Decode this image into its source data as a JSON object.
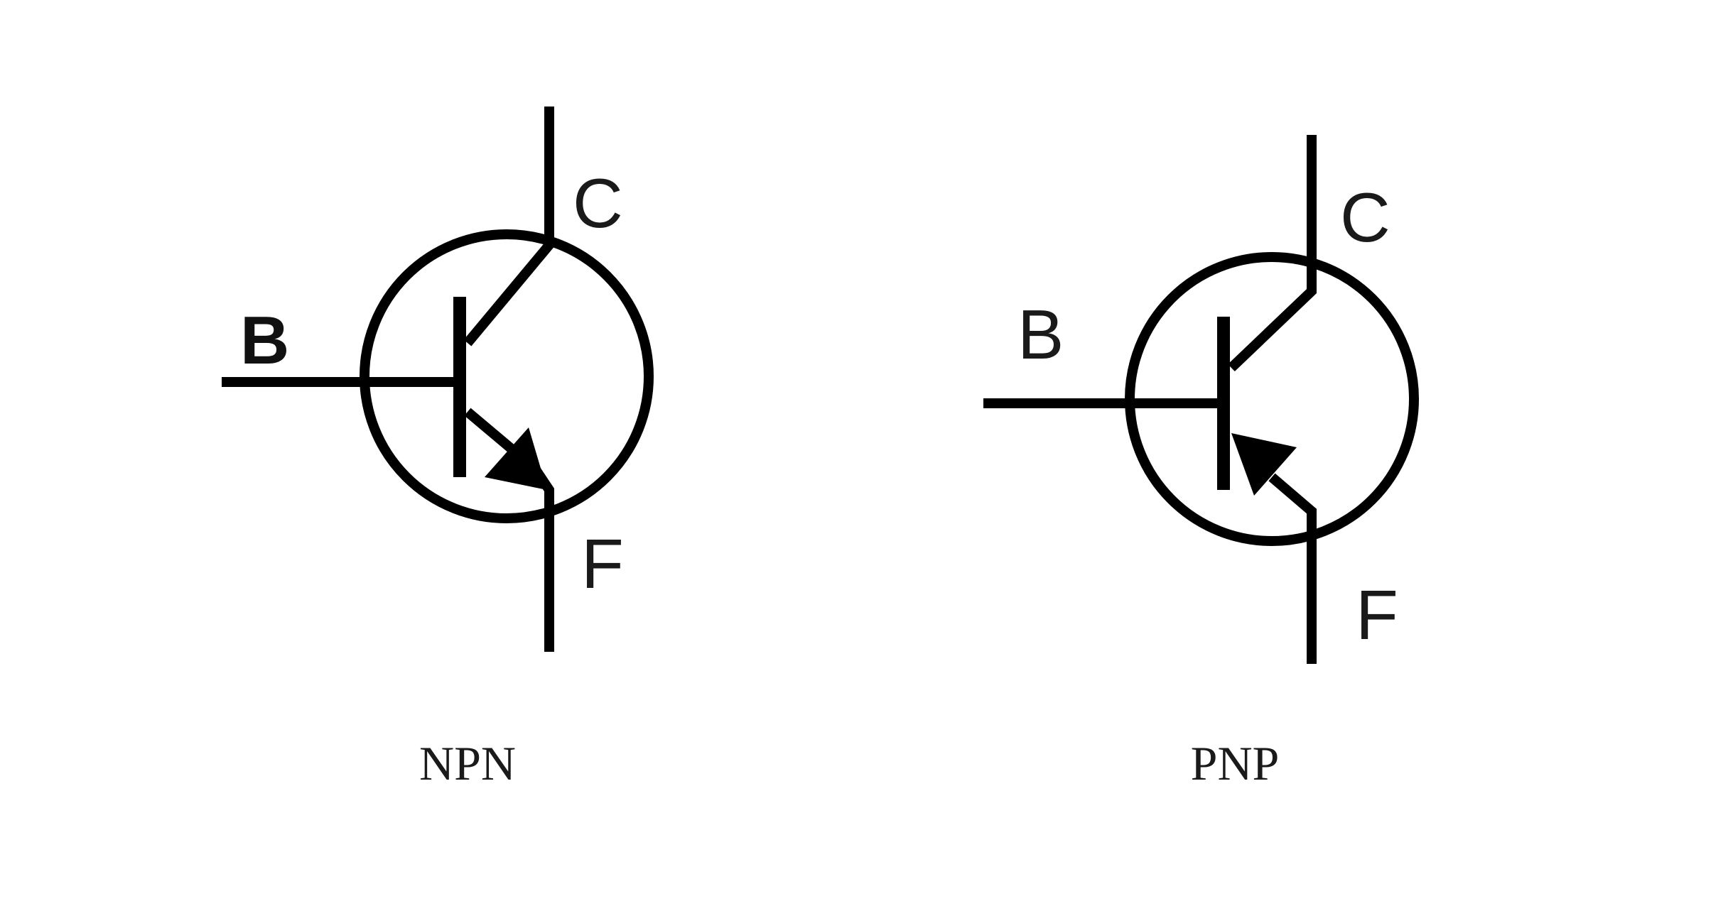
{
  "diagrams": [
    {
      "caption": "NPN",
      "labels": {
        "base": "B",
        "collector": "C",
        "emitter": "F"
      }
    },
    {
      "caption": "PNP",
      "labels": {
        "base": "B",
        "collector": "C",
        "emitter": "F"
      }
    }
  ],
  "colors": {
    "stroke": "#000000",
    "background": "#ffffff"
  }
}
